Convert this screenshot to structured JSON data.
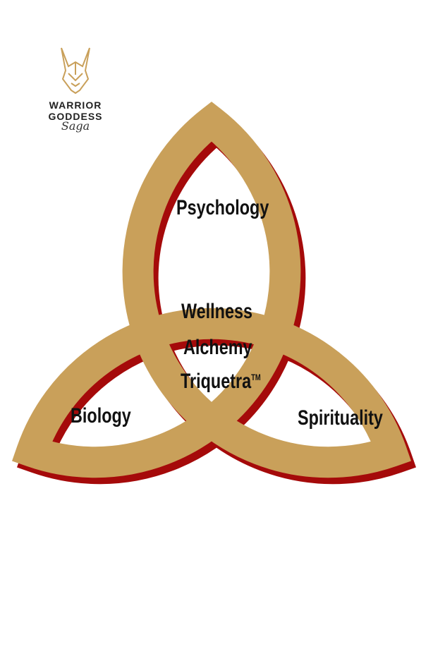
{
  "logo": {
    "brand": "WARRIOR GODDESS",
    "sub": "Saga"
  },
  "diagram": {
    "top": "Psychology",
    "left": "Biology",
    "right": "Spirituality",
    "center": [
      "Wellness",
      "Alchemy",
      "Triquetra"
    ],
    "trademark": "TM"
  },
  "colors": {
    "band": "#C9A05A",
    "shadow": "#A50A0A"
  }
}
